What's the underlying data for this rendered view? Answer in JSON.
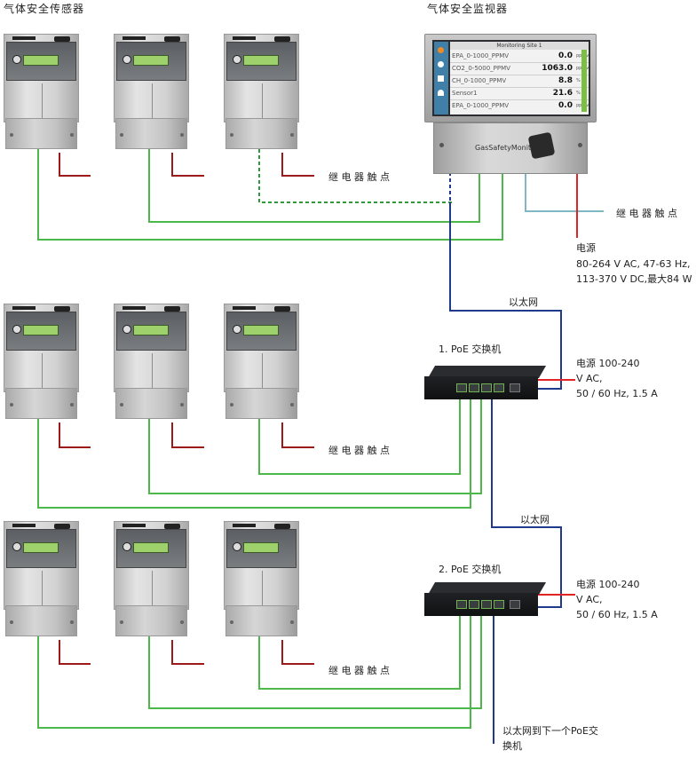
{
  "header": {
    "sensors_title": "气体安全传感器",
    "monitor_title": "气体安全监视器"
  },
  "labels": {
    "relay_contact_1": "继 电 器 触 点",
    "relay_contact_2": "继 电 器 触 点",
    "relay_contact_3": "继 电 器 触 点",
    "relay_contact_4": "继 电 器 触 点",
    "power_monitor_title": "电源",
    "power_monitor_line1": "80-264 V AC, 47-63 Hz,",
    "power_monitor_line2": "113-370 V DC,最大84 W",
    "ethernet_1": "以太网",
    "ethernet_2": "以太网",
    "switch1_title": "1. PoE 交换机",
    "switch2_title": "2. PoE 交换机",
    "switch1_power_line1": "电源 100-240",
    "switch1_power_line2": "V AC,",
    "switch1_power_line3": "50 / 60 Hz, 1.5 A",
    "switch2_power_line1": "电源 100-240",
    "switch2_power_line2": "V AC,",
    "switch2_power_line3": "50 / 60 Hz, 1.5 A",
    "next_switch_line1": "以太网到下一个PoE交",
    "next_switch_line2": "换机"
  },
  "monitor": {
    "screen_title": "Monitoring Site 1",
    "brand_text": "GasSafetyMonitor",
    "readings": [
      {
        "name": "EPA_0-1000_PPMV",
        "value": "0.0",
        "unit": "ppmv"
      },
      {
        "name": "CO2_0-5000_PPMV",
        "value": "1063.0",
        "unit": "ppmv"
      },
      {
        "name": "CH_0-1000_PPMV",
        "value": "8.8",
        "unit": "%"
      },
      {
        "name": "Sensor1",
        "value": "21.6",
        "unit": "%"
      },
      {
        "name": "EPA_0-1000_PPMV",
        "value": "0.0",
        "unit": "ppmv"
      }
    ]
  },
  "colors": {
    "green_wire": "#4db84a",
    "red_wire": "#9b1b1b",
    "blue_wire": "#1f3a8a",
    "teal_wire": "#7fb7c2",
    "power_red": "#e02424"
  }
}
